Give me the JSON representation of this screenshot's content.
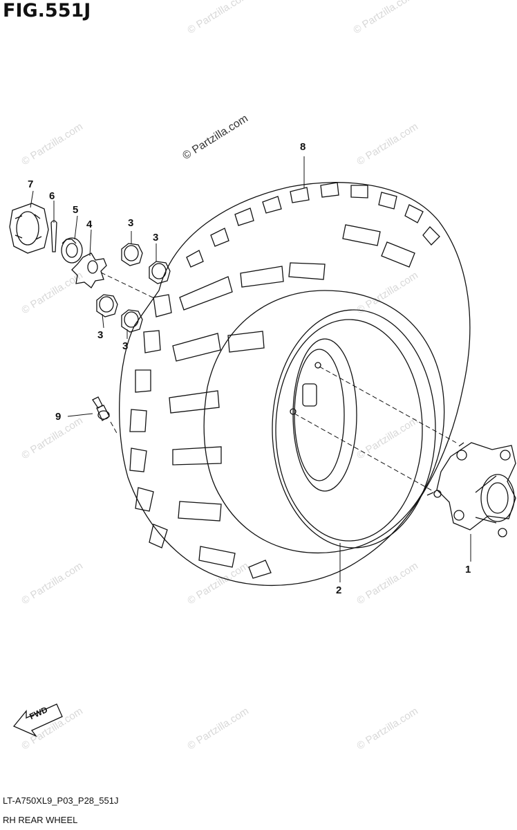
{
  "figure": {
    "title": "FIG.551J"
  },
  "watermark": {
    "main": "© Partzilla.com",
    "repeat": "© Partzilla.com"
  },
  "callouts": [
    {
      "id": "1",
      "label": "1"
    },
    {
      "id": "2",
      "label": "2"
    },
    {
      "id": "3a",
      "label": "3"
    },
    {
      "id": "3b",
      "label": "3"
    },
    {
      "id": "3c",
      "label": "3"
    },
    {
      "id": "3d",
      "label": "3"
    },
    {
      "id": "4",
      "label": "4"
    },
    {
      "id": "5",
      "label": "5"
    },
    {
      "id": "6",
      "label": "6"
    },
    {
      "id": "7",
      "label": "7"
    },
    {
      "id": "8",
      "label": "8"
    },
    {
      "id": "9",
      "label": "9"
    }
  ],
  "direction_marker": {
    "label": "FWD"
  },
  "footer": {
    "code": "LT-A750XL9_P03_P28_551J",
    "caption": "RH REAR WHEEL"
  }
}
